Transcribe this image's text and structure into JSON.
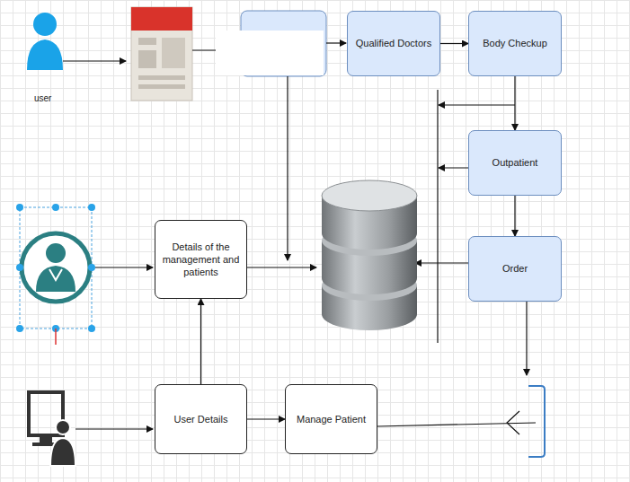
{
  "diagram": {
    "nodes": [
      {
        "text": [
          "Qualified Doctors"
        ]
      },
      {
        "text": [
          "Body Checkup"
        ]
      },
      {
        "text": [
          "Outpatient"
        ]
      },
      {
        "text": [
          "Details of the management and patients"
        ]
      },
      {
        "text": [
          "Order"
        ]
      },
      {
        "text": [
          "User Details"
        ]
      },
      {
        "text": [
          "Manage Patient"
        ]
      }
    ],
    "edges": [
      {
        "from": 0,
        "to": 1,
        "arrow": "to"
      },
      {
        "from": 1,
        "to": 2,
        "arrow": "to"
      },
      {
        "from": 2,
        "to": 4,
        "arrow": "to"
      },
      {
        "from": 5,
        "to": 3,
        "arrow": "to"
      },
      {
        "from": 5,
        "to": 6,
        "arrow": "to"
      }
    ],
    "labels": [
      "user"
    ]
  }
}
